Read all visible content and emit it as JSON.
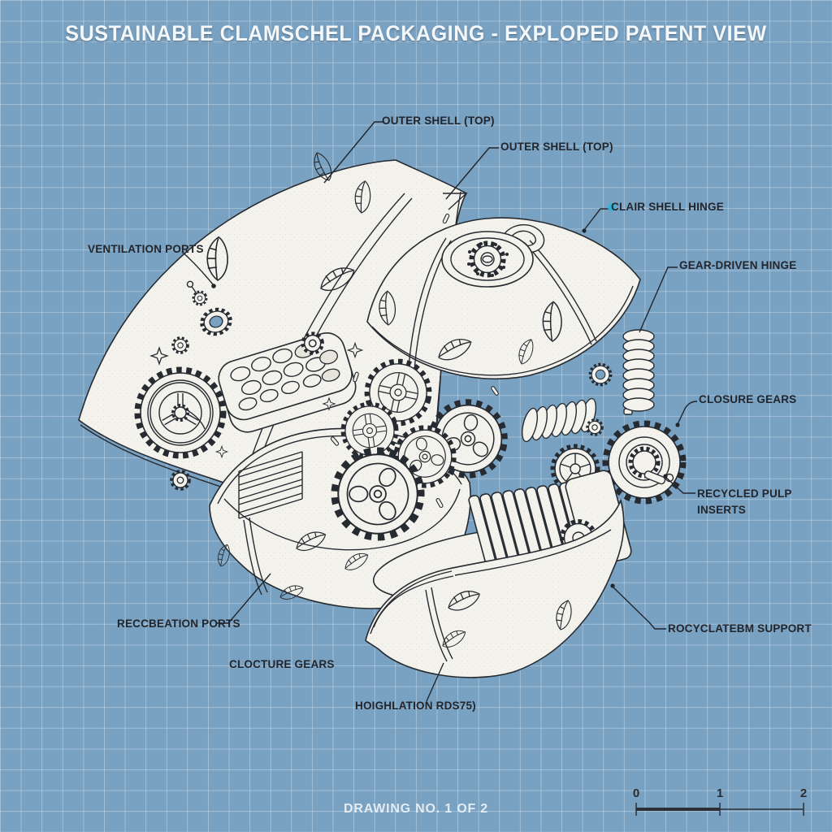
{
  "title": "SUSTAINABLE CLAMSCHEL PACKAGING - EXPLOPED PATENT VIEW",
  "footer": {
    "drawing_number": "DRAWING NO. 1 OF 2"
  },
  "scale_bar": {
    "ticks": [
      "0",
      "1",
      "2"
    ]
  },
  "colors": {
    "background": "#79a1c1",
    "grid_line": "#a9c6dc",
    "ink": "#262b31",
    "paper": "#f3f2ec",
    "title_text": "#f3f7fa",
    "footer_text": "#e3ecf3",
    "accent_cyan": "#2fb4d8"
  },
  "labels": {
    "outer_shell_top_a": "OUTER SHELL (TOP)",
    "outer_shell_top_b": "OUTER SHELL (TOP)",
    "clair_shell_hinge": "CLAIR SHELL HINGE",
    "gear_driven_hinge": "GEAR-DRIVEN HINGE",
    "closure_gears": "CLOSURE GEARS",
    "recycled_pulp_line1": "RECYCLED PULP",
    "recycled_pulp_line2": "INSERTS",
    "rocyclateem_support": "ROCYCLATEBM SUPPORT",
    "ventilation_ports": "VENTILATION PORTS",
    "reccbeation_ports": "RECCBEATION PORTS",
    "clocture_gears": "CLOCTURE GEARS",
    "hoighlation_rds": "HOIGHLATION RDS75)"
  }
}
